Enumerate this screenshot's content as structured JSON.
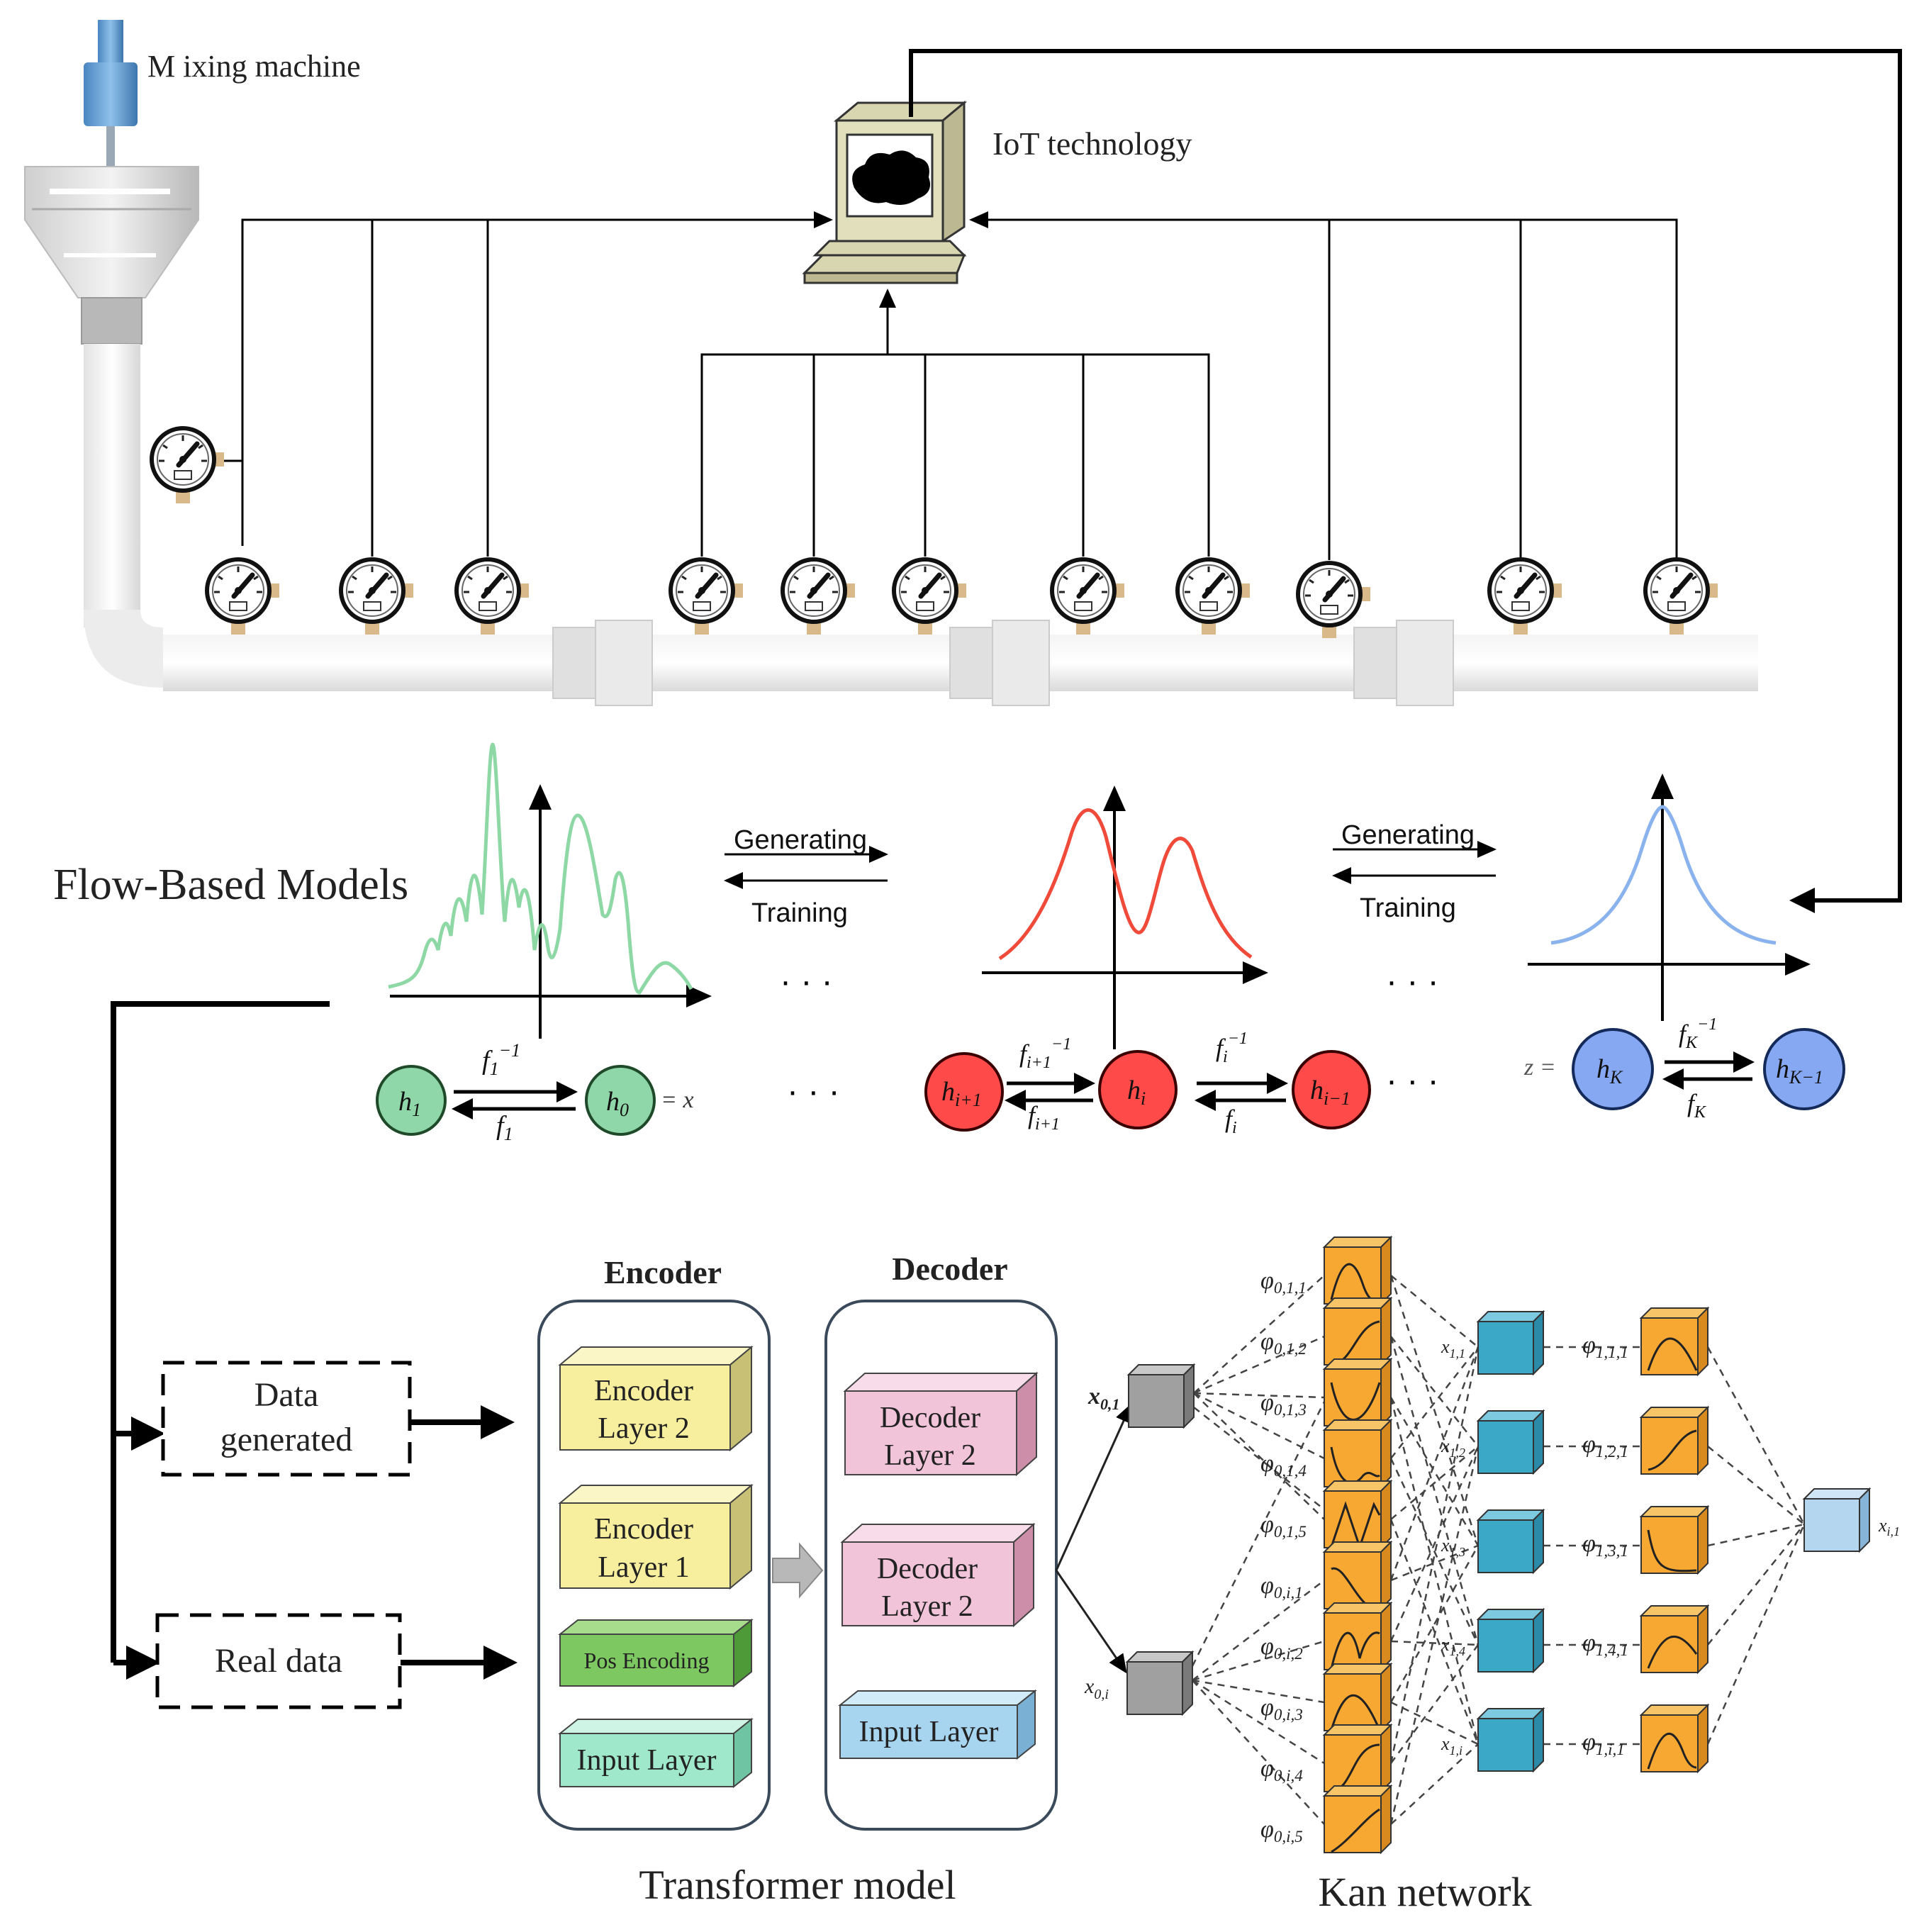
{
  "top": {
    "mixing_machine": "M ixing machine",
    "iot_technology": "IoT technology"
  },
  "flow": {
    "title": "Flow-Based Models",
    "generating_1": "Generating",
    "training_1": "Training",
    "generating_2": "Generating",
    "training_2": "Training",
    "ellipsis": "· · ·",
    "f1_inv": "f",
    "f1_inv_sub": "1",
    "f1_inv_sup": "−1",
    "f1": "f",
    "f1_sub": "1",
    "fi1_inv": "f",
    "fi1_inv_sub": "i+1",
    "fi1_inv_sup": "−1",
    "fi1": "f",
    "fi1_sub": "i+1",
    "fi_inv": "f",
    "fi_inv_sub": "i",
    "fi_inv_sup": "−1",
    "fi": "f",
    "fi_sub": "i",
    "fK_inv": "f",
    "fK_inv_sub": "K",
    "fK_inv_sup": "−1",
    "fK": "f",
    "fK_sub": "K",
    "eq_x": "= x",
    "z_eq": "z =",
    "nodes": {
      "h1": {
        "base": "h",
        "sub": "1"
      },
      "h0": {
        "base": "h",
        "sub": "0"
      },
      "hi1": {
        "base": "h",
        "sub": "i+1"
      },
      "hi": {
        "base": "h",
        "sub": "i"
      },
      "him1": {
        "base": "h",
        "sub": "i−1"
      },
      "hK": {
        "base": "h",
        "sub": "K"
      },
      "hKm1": {
        "base": "h",
        "sub": "K−1"
      }
    }
  },
  "inputs": {
    "data_generated_1": "Data",
    "data_generated_2": "generated",
    "real_data": "Real data"
  },
  "transformer": {
    "encoder_title": "Encoder",
    "decoder_title": "Decoder",
    "enc_layer2_1": "Encoder",
    "enc_layer2_2": "Layer 2",
    "enc_layer1_1": "Encoder",
    "enc_layer1_2": "Layer 1",
    "pos_encoding": "Pos Encoding",
    "enc_input": "Input Layer",
    "dec_layer2a_1": "Decoder",
    "dec_layer2a_2": "Layer 2",
    "dec_layer2b_1": "Decoder",
    "dec_layer2b_2": "Layer 2",
    "dec_input": "Input Layer",
    "caption": "Transformer model"
  },
  "kan": {
    "caption": "Kan network",
    "x01": "x",
    "x01_sub": "0,1",
    "x0i": "x",
    "x0i_sub": "0,i",
    "phi_base": "φ",
    "phi_subs": [
      "0,1,1",
      "0,1,2",
      "0,1,3",
      "0,1,4",
      "0,1,5",
      "0,i,1",
      "0,i,2",
      "0,i,3",
      "0,i,4",
      "0,i,5"
    ],
    "x1_subs": [
      "1,1",
      "1,2",
      "1,3",
      "1,4",
      "1,i"
    ],
    "phi1_subs": [
      "1,1,1",
      "1,2,1",
      "1,3,1",
      "1,4,1",
      "1,i,1"
    ],
    "out": "x",
    "out_sub": "i,1"
  },
  "colors": {
    "green_node": "#8fd6a8",
    "red_node": "#ff4a4a",
    "blue_node": "#86a8f2",
    "green_curve": "#8ed8a6",
    "red_curve": "#f04a3a",
    "blue_curve": "#8ab3ee",
    "encoder_yellow": "#f7ef9d",
    "pos_green": "#7dc860",
    "input_teal": "#9fe8cc",
    "decoder_pink": "#f2c4d9",
    "input_blue": "#a7d4ef",
    "kan_orange": "#f7a832",
    "kan_teal": "#3ca8c8",
    "kan_gray": "#a0a0a0"
  }
}
